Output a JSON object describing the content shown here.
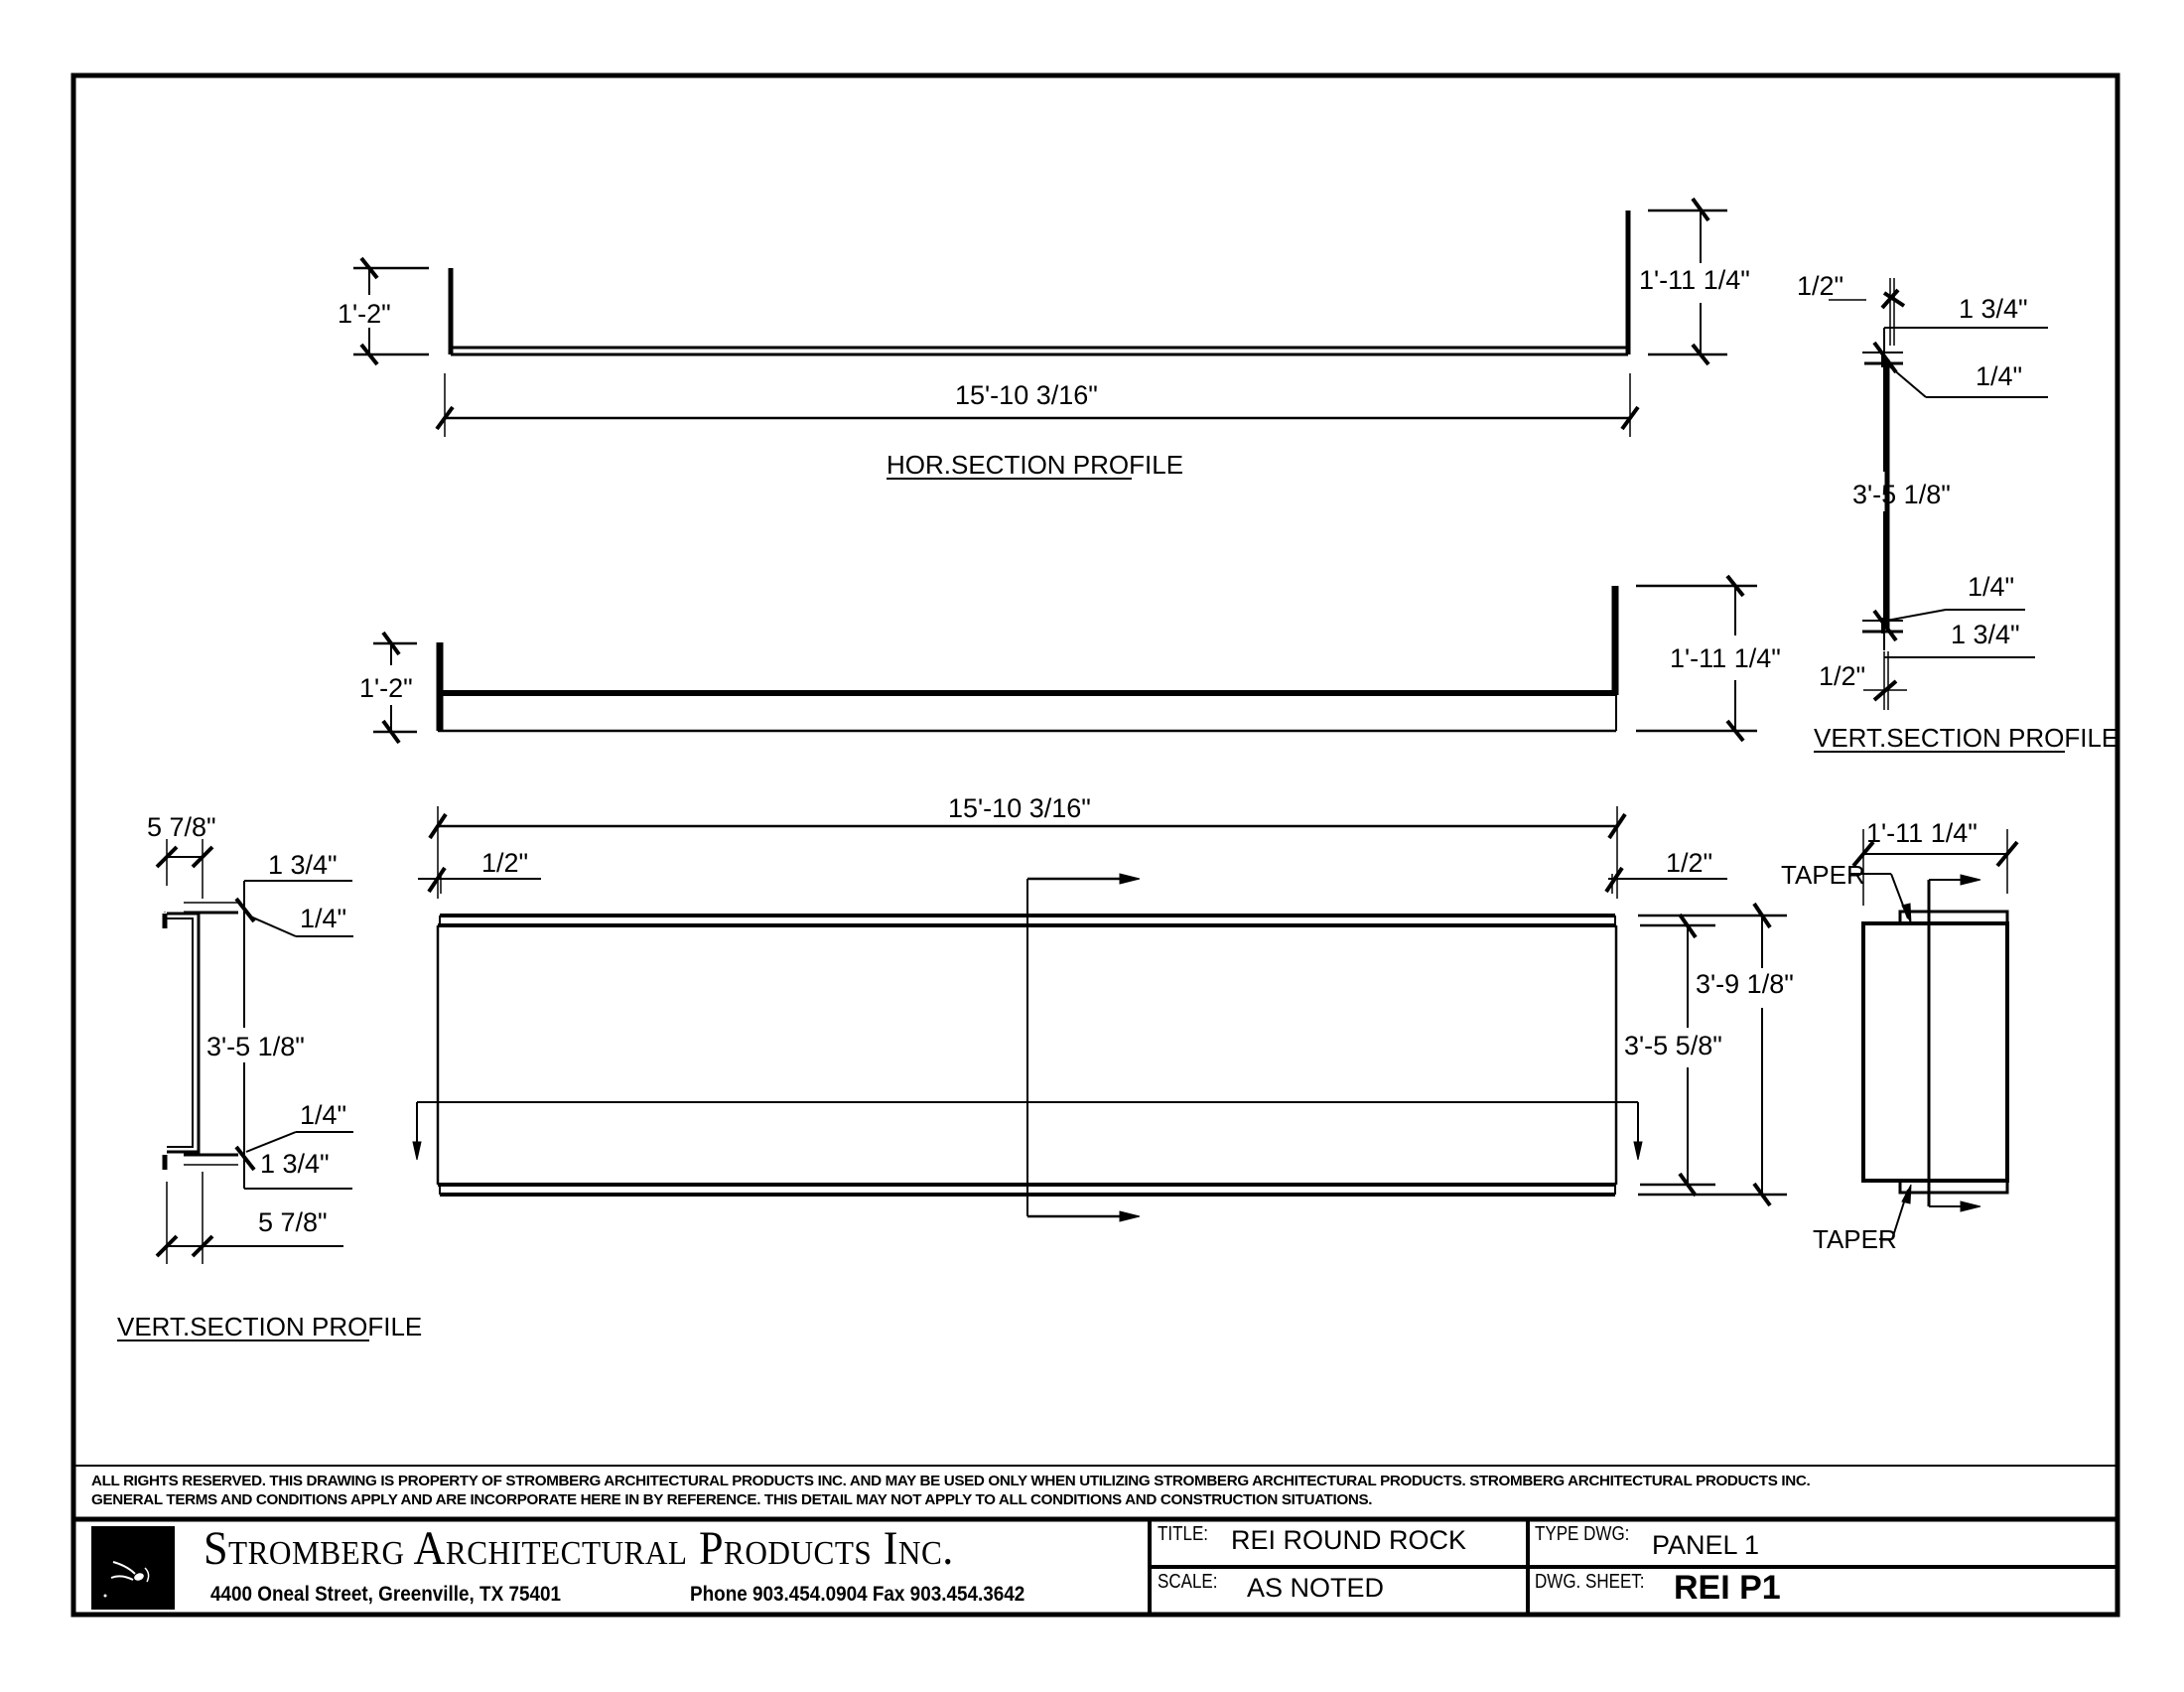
{
  "drawing": {
    "views": {
      "hor_section_profile": {
        "title": "HOR.SECTION PROFILE",
        "dims": {
          "left_leg": "1'-2\"",
          "right_leg": "1'-11 1/4\"",
          "length": "15'-10 3/16\""
        }
      },
      "plan_profile": {
        "dims": {
          "left_leg": "1'-2\"",
          "right_leg": "1'-11 1/4\""
        }
      },
      "vert_section_profile_right": {
        "title": "VERT.SECTION PROFILE",
        "dims": {
          "top_return": "1/2\"",
          "top_flange": "1 3/4\"",
          "top_gap": "1/4\"",
          "height": "3'-5 1/8\"",
          "bottom_gap": "1/4\"",
          "bottom_flange": "1 3/4\"",
          "bottom_return": "1/2\""
        }
      },
      "elevation": {
        "dims": {
          "length": "15'-10 3/16\"",
          "left_offset": "1/2\"",
          "right_offset": "1/2\"",
          "overall_height": "3'-9 1/8\"",
          "inner_height": "3'-5 5/8\""
        }
      },
      "vert_section_profile_left": {
        "title": "VERT.SECTION PROFILE",
        "dims": {
          "top_depth": "5 7/8\"",
          "top_flange": "1 3/4\"",
          "top_gap": "1/4\"",
          "height": "3'-5 1/8\"",
          "bottom_gap": "1/4\"",
          "bottom_flange": "1 3/4\"",
          "bottom_depth": "5 7/8\""
        }
      },
      "end_view": {
        "dims": {
          "width": "1'-11 1/4\""
        },
        "notes": {
          "top": "TAPER",
          "bottom": "TAPER"
        }
      }
    }
  },
  "title_block": {
    "notice_line_1": "ALL RIGHTS RESERVED. THIS DRAWING IS PROPERTY OF STROMBERG ARCHITECTURAL PRODUCTS INC. AND MAY BE USED ONLY WHEN UTILIZING STROMBERG ARCHITECTURAL PRODUCTS.  STROMBERG ARCHITECTURAL PRODUCTS INC.",
    "notice_line_2": "GENERAL TERMS AND CONDITIONS APPLY AND ARE INCORPORATE HERE IN BY REFERENCE.  THIS DETAIL MAY NOT APPLY TO ALL CONDITIONS AND CONSTRUCTION SITUATIONS.",
    "company": {
      "name": "Stromberg Architectural Products Inc.",
      "address": "4400 Oneal Street, Greenville, TX  75401",
      "contact": "Phone 903.454.0904   Fax 903.454.3642",
      "logo_icon": "company-logo-icon"
    },
    "fields": {
      "title_label": "TITLE:",
      "title_value": "REI ROUND ROCK",
      "scale_label": "SCALE:",
      "scale_value": "AS NOTED",
      "type_label": "TYPE DWG:",
      "type_value": "PANEL 1",
      "sheet_label": "DWG. SHEET:",
      "sheet_value": "REI P1"
    }
  }
}
